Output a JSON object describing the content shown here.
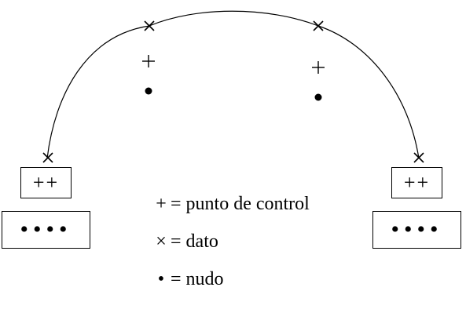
{
  "diagram": {
    "legend": {
      "control_point": {
        "symbol": "+",
        "text": "= punto de control"
      },
      "data": {
        "symbol": "×",
        "text": "= dato"
      },
      "node": {
        "symbol": "•",
        "text": "= nudo"
      }
    },
    "left_control_box": "++",
    "right_control_box": "++",
    "left_node_box": "••••",
    "right_node_box": "••••"
  }
}
